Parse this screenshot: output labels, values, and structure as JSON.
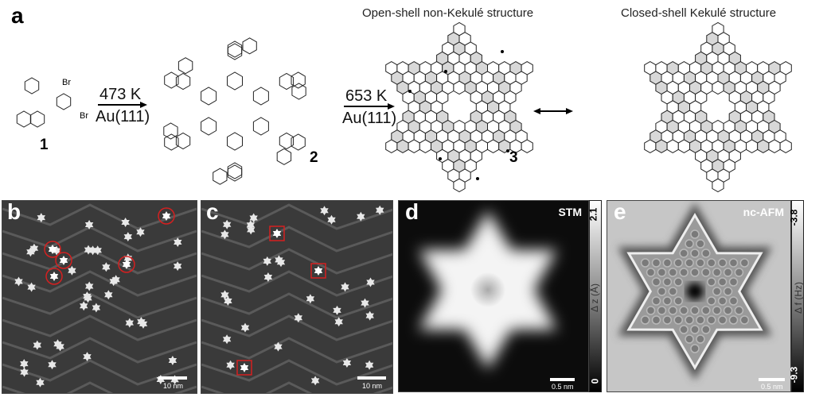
{
  "panel_a": {
    "label": "a",
    "compound1": "1",
    "compound2": "2",
    "compound3": "3",
    "br_label_1": "Br",
    "br_label_2": "Br",
    "step1_temp": "473 K",
    "step1_substrate": "Au(111)",
    "step2_temp": "653 K",
    "step2_substrate": "Au(111)",
    "open_shell_title": "Open-shell non-Kekulé structure",
    "closed_shell_title": "Closed-shell Kekulé structure",
    "resonance_arrow": "resonance-arrow-icon"
  },
  "panel_b": {
    "label": "b",
    "scalebar": "10 nm"
  },
  "panel_c": {
    "label": "c",
    "scalebar": "10 nm"
  },
  "panel_d": {
    "label": "d",
    "mode": "STM",
    "scalebar": "0.5 nm",
    "colorbar_max": "2.1",
    "colorbar_min": "0",
    "colorbar_label": "Δ z (Å)"
  },
  "panel_e": {
    "label": "e",
    "mode": "nc-AFM",
    "scalebar": "0.5 nm",
    "colorbar_max": "-3.8",
    "colorbar_min": "-9.3",
    "colorbar_label": "Δ f (Hz)"
  },
  "colors": {
    "marker": "#d42020",
    "shaded_ring": "#d8d8d8"
  }
}
